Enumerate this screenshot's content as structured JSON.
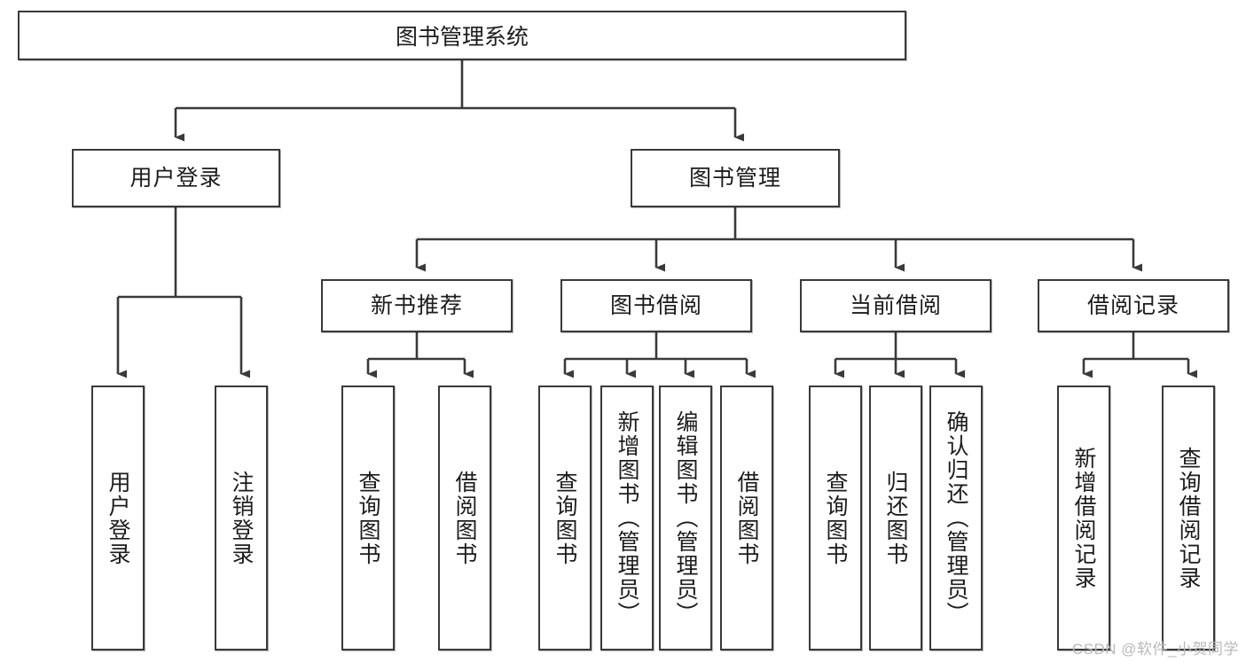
{
  "diagram": {
    "type": "tree-hierarchy-diagram",
    "title": "图书管理系统",
    "watermark": "CSDN @软件_小贺同学",
    "colors": {
      "box_border": "#3a3a3a",
      "box_fill": "#ffffff",
      "edge": "#3a3a3a",
      "text": "#1c1c1c",
      "watermark": "#b9b9b9"
    },
    "nodes": {
      "root": {
        "label": "图书管理系统"
      },
      "level2": [
        {
          "id": "user-login",
          "label": "用户登录"
        },
        {
          "id": "book-management",
          "label": "图书管理"
        }
      ],
      "level3": [
        {
          "id": "new-book-recommend",
          "label": "新书推荐"
        },
        {
          "id": "book-borrow",
          "label": "图书借阅"
        },
        {
          "id": "current-borrow",
          "label": "当前借阅"
        },
        {
          "id": "borrow-record",
          "label": "借阅记录"
        }
      ],
      "leaves": {
        "user_login": [
          {
            "id": "leaf-user-login",
            "label": "用户登录"
          },
          {
            "id": "leaf-logout-login",
            "label": "注销登录"
          }
        ],
        "new_book_recommend": [
          {
            "id": "leaf-query-book-1",
            "label": "查询图书"
          },
          {
            "id": "leaf-borrow-book-1",
            "label": "借阅图书"
          }
        ],
        "book_borrow": [
          {
            "id": "leaf-query-book-2",
            "label": "查询图书"
          },
          {
            "id": "leaf-add-book",
            "label": "新增图书（管理员）"
          },
          {
            "id": "leaf-edit-book",
            "label": "编辑图书（管理员）"
          },
          {
            "id": "leaf-borrow-book-2",
            "label": "借阅图书"
          }
        ],
        "current_borrow": [
          {
            "id": "leaf-query-book-3",
            "label": "查询图书"
          },
          {
            "id": "leaf-return-book",
            "label": "归还图书"
          },
          {
            "id": "leaf-confirm-return",
            "label": "确认归还（管理员）"
          }
        ],
        "borrow_record": [
          {
            "id": "leaf-add-record",
            "label": "新增借阅记录"
          },
          {
            "id": "leaf-query-record",
            "label": "查询借阅记录"
          }
        ]
      }
    }
  }
}
